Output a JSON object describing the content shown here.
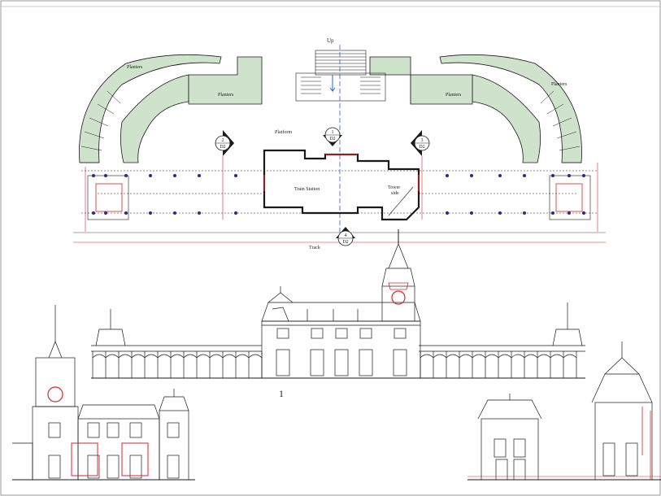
{
  "plan": {
    "labels": {
      "up": "Up",
      "planters_left_outer": "Planters",
      "planters_left_inner": "Planters",
      "planters_right_inner": "Planters",
      "planters_right_outer": "Planters",
      "platform": "Platform",
      "train_station": "Train Station",
      "tower_side": "Tower\nside",
      "track": "Track"
    },
    "section_markers": [
      {
        "num": "1",
        "sheet": "D2"
      },
      {
        "num": "2",
        "sheet": "D2"
      },
      {
        "num": "3",
        "sheet": "D2"
      },
      {
        "num": "4",
        "sheet": "D2"
      }
    ]
  },
  "elevation": {
    "number_label": "1"
  },
  "colors": {
    "line": "#1a1a1a",
    "planter_fill": "#cfe3cc",
    "red": "#d8262a",
    "column_dot": "#2a2a8a",
    "axis_blue": "#2a5fd8"
  }
}
